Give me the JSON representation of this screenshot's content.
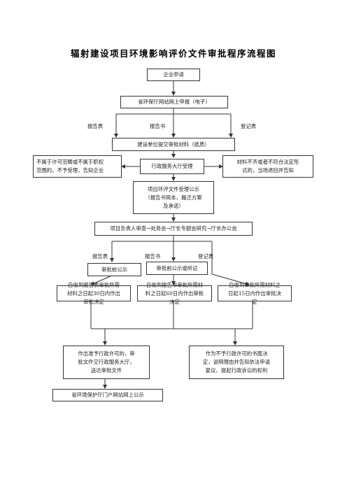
{
  "title": "辐射建设项目环境影响评价文件审批程序流程图",
  "nodes": {
    "apply": "企业申请",
    "online_submit": "省环保厅网站网上申报（电子）",
    "submit_paper": "建设单位提交审批材料（纸质）",
    "reject_scope": "不属于许可范畴或不属于职权\n范围的，不予受理，告知企业",
    "hall_accept": "行政服务大厅受理",
    "incomplete": "材料不齐或者不符合法定形\n式的，当场退回并告知",
    "publicity": "项目环评文件受理公示\n（报告书简本、搬迁方案\n及承诺）",
    "review_chain": "项目负责人审查→处务会→厅长专题会研究→厅长办公会",
    "pre_publicity": "审批前公示",
    "pre_publicity_hearing": "审批前公示或听证",
    "decide_table": "自收到报告表审批所需\n材料之日起30日内作出\n审批决定",
    "decide_book": "自收到报告书审批所需材\n料之日起60日内作出审批\n决定",
    "decide_register": "自收到审批所需材料之\n日起15日内作出审批决\n定",
    "approve": "作出准予行政许可的，审\n批文件交行政服务大厅，\n送达审批文件",
    "deny": "作为不予行政许可的书面决\n定，说明理由并告知依法申请\n复议、提起行政诉讼的权利",
    "portal_publicity": "省环境保护厅门户网站网上公示"
  },
  "labels": {
    "table_1": "报告表",
    "book_1": "报告书",
    "register_1": "登记表",
    "table_2": "报告表",
    "book_2": "报告书",
    "register_2": "登记表"
  }
}
